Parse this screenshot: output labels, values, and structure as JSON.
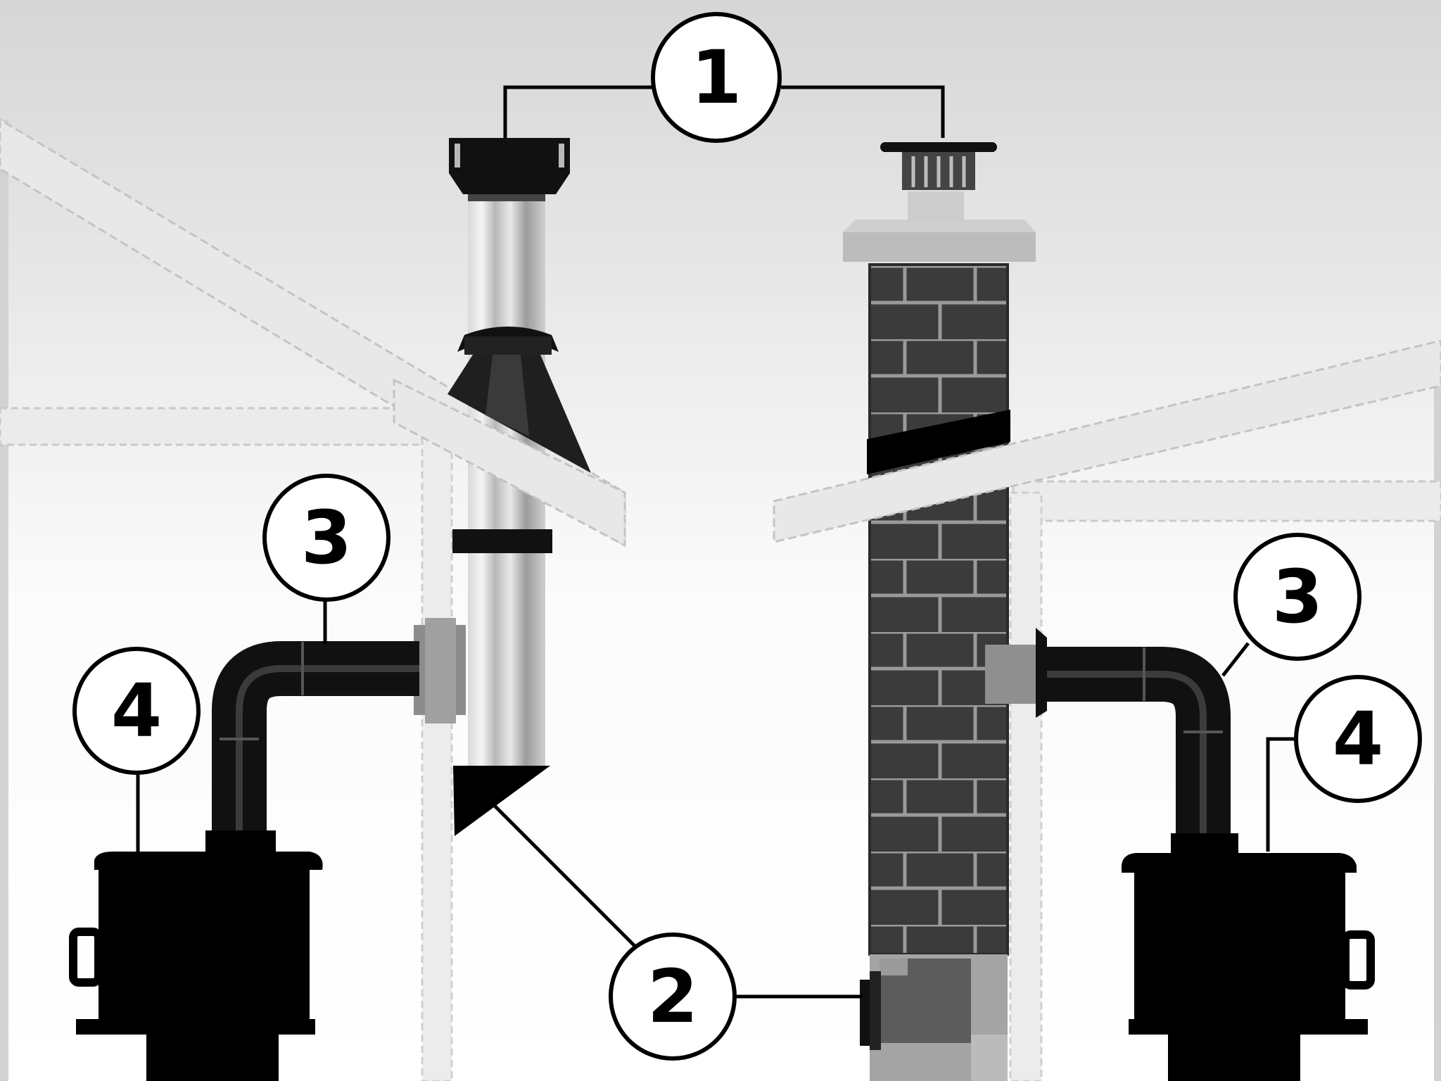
{
  "callouts": [
    {
      "id": "callout-1",
      "label": "1"
    },
    {
      "id": "callout-2",
      "label": "2"
    },
    {
      "id": "callout-3-left",
      "label": "3"
    },
    {
      "id": "callout-3-right",
      "label": "3"
    },
    {
      "id": "callout-4-left",
      "label": "4"
    },
    {
      "id": "callout-4-right",
      "label": "4"
    }
  ],
  "colors": {
    "sky_top": "#d8d8d8",
    "sky_bottom": "#ffffff",
    "roof": "#e6e6e6",
    "roof_edge": "#bdbdbd",
    "brick_fill": "#3c3c3c",
    "brick_mortar": "#9a9a9a",
    "pipe_dark": "#111111",
    "pipe_steel_light": "#dcdcdc",
    "pipe_steel_mid": "#a8a8a8",
    "stove": "#000000",
    "callout_stroke": "#000000"
  }
}
